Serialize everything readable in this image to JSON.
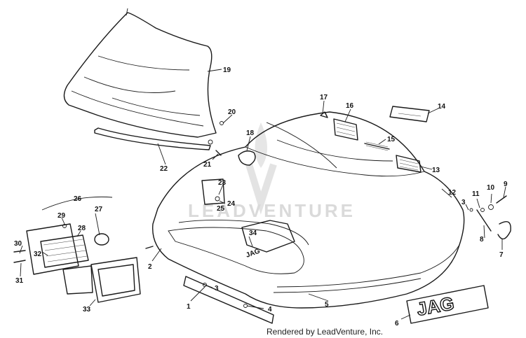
{
  "watermark": "LEADVENTURE",
  "footer": "Rendered by LeadVenture, Inc.",
  "emblem": "JAG",
  "hood_decal": "JAG",
  "callouts": [
    "1",
    "2",
    "3",
    "3",
    "4",
    "5",
    "6",
    "7",
    "8",
    "9",
    "10",
    "11",
    "12",
    "13",
    "14",
    "15",
    "16",
    "17",
    "18",
    "19",
    "20",
    "21",
    "22",
    "23",
    "24",
    "25",
    "26",
    "27",
    "28",
    "29",
    "30",
    "31",
    "32",
    "33",
    "34"
  ]
}
